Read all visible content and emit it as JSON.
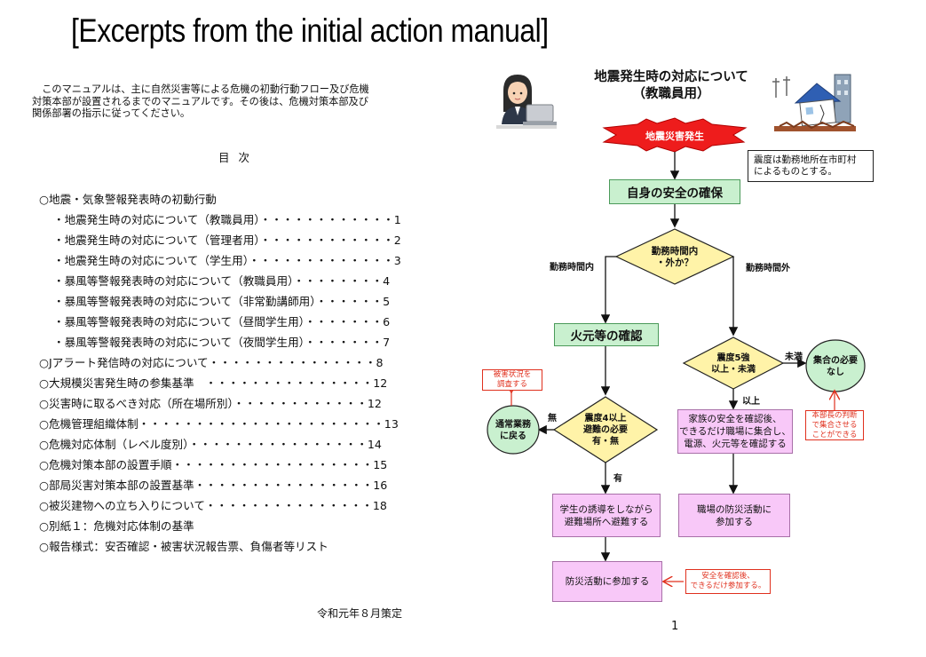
{
  "heading": "[Excerpts from the initial action manual]",
  "intro": {
    "lines": [
      "　このマニュアルは、主に自然災害等による危機の初動行動フロー及び危機",
      "対策本部が設置されるまでのマニュアルです。その後は、危機対策本部及び",
      "関係部署の指示に従ってください。"
    ]
  },
  "toc": {
    "title": "目次",
    "items": [
      "○地震・気象警報発表時の初動行動",
      "・地震発生時の対応について（教職員用）・・・・・・・・・・・・1",
      "・地震発生時の対応について（管理者用）・・・・・・・・・・・・2",
      "・地震発生時の対応について（学生用）・・・・・・・・・・・・・3",
      "・暴風等警報発表時の対応について（教職員用）・・・・・・・・4",
      "・暴風等警報発表時の対応について（非常勤講師用）・・・・・・5",
      "・暴風等警報発表時の対応について（昼間学生用）・・・・・・・6",
      "・暴風等警報発表時の対応について（夜間学生用）・・・・・・・7",
      "○Jアラート発信時の対応について・・・・・・・・・・・・・・・8",
      "○大規模災害発生時の参集基準　・・・・・・・・・・・・・・・12",
      "○災害時に取るべき対応（所在場所別）・・・・・・・・・・・・12",
      "○危機管理組織体制・・・・・・・・・・・・・・・・・・・・・・13",
      "○危機対応体制（レベル度別）・・・・・・・・・・・・・・・・14",
      "○危機対策本部の設置手順・・・・・・・・・・・・・・・・・・15",
      "○部局災害対策本部の設置基準・・・・・・・・・・・・・・・・16",
      "○被災建物への立ち入りについて・・・・・・・・・・・・・・・18",
      "○別紙１：危機対応体制の基準",
      "○報告様式：安否確認・被害状況報告票、負傷者等リスト"
    ]
  },
  "enacted": "令和元年８月策定",
  "page_number": "1",
  "flowchart": {
    "title_line1": "地震発生時の対応について",
    "title_line2": "（教職員用）",
    "start": "地震災害発生",
    "note_intensity_line1": "震度は勤務地所在市町村",
    "note_intensity_line2": "によるものとする。",
    "safety": "自身の安全の確保",
    "decision_hours_line1": "勤務時間内",
    "decision_hours_line2": "・外か？",
    "label_inside": "勤務時間内",
    "label_outside": "勤務時間外",
    "fire_check": "火元等の確認",
    "decision_intensity5_line1": "震度5強",
    "decision_intensity5_line2": "以上・未満",
    "label_below": "未満",
    "label_above": "以上",
    "no_assembly_line1": "集合の必要",
    "no_assembly_line2": "なし",
    "note_hq_line1": "本部長の判断",
    "note_hq_line2": "で集合させる",
    "note_hq_line3": "ことができる",
    "note_damage_line1": "被害状況を",
    "note_damage_line2": "調査する",
    "normal_work_line1": "通常業務",
    "normal_work_line2": "に戻る",
    "decision_intensity4_line1": "震度4以上",
    "decision_intensity4_line2": "避難の必要",
    "decision_intensity4_line3": "有・無",
    "label_none": "無",
    "label_yes": "有",
    "family_line1": "家族の安全を確認後、",
    "family_line2": "できるだけ職場に集合し、",
    "family_line3": "電源、火元等を確認する",
    "guide_students_line1": "学生の誘導をしながら",
    "guide_students_line2": "避難場所へ避難する",
    "workplace_line1": "職場の防災活動に",
    "workplace_line2": "参加する",
    "join_disaster": "防災活動に参加する",
    "note_join_line1": "安全を確認後、",
    "note_join_line2": "できるだけ参加する。"
  },
  "colors": {
    "start_red": "#ee1c1c",
    "decision_yellow": "#fff3a8",
    "process_green": "#c9f0cf",
    "process_pink": "#f8c8f8",
    "note_red": "#e0301e"
  },
  "icons": [
    "office-worker-laptop-icon",
    "earthquake-damaged-house-icon"
  ]
}
